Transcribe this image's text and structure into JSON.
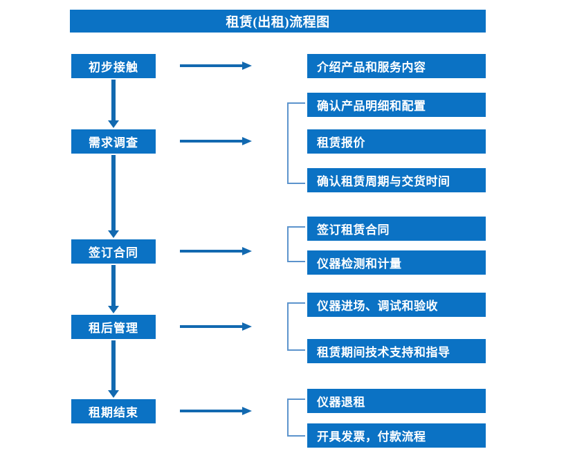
{
  "title": "租赁(出租)流程图",
  "colors": {
    "box_blue": "#0b72c4",
    "arrow_blue": "#1269b0",
    "bracket_blue": "#5b93cc",
    "text_white": "#ffffff",
    "background": "#ffffff"
  },
  "stages": [
    {
      "label": "初步接触"
    },
    {
      "label": "需求调查"
    },
    {
      "label": "签订合同"
    },
    {
      "label": "租后管理"
    },
    {
      "label": "租期结束"
    }
  ],
  "details": [
    {
      "label": "介绍产品和服务内容"
    },
    {
      "label": "确认产品明细和配置"
    },
    {
      "label": "租赁报价"
    },
    {
      "label": "确认租赁周期与交货时间"
    },
    {
      "label": "签订租赁合同"
    },
    {
      "label": "仪器检测和计量"
    },
    {
      "label": "仪器进场、调试和验收"
    },
    {
      "label": "租赁期间技术支持和指导"
    },
    {
      "label": "仪器退租"
    },
    {
      "label": "开具发票，付款流程"
    }
  ],
  "chart_data": {
    "type": "diagram",
    "diagram_type": "flowchart",
    "title": "租赁(出租)流程图",
    "orientation": "vertical-with-branches",
    "nodes": [
      {
        "id": "stage-1",
        "label": "初步接触",
        "column": "left",
        "outputs": [
          "介绍产品和服务内容"
        ]
      },
      {
        "id": "stage-2",
        "label": "需求调查",
        "column": "left",
        "outputs": [
          "确认产品明细和配置",
          "租赁报价",
          "确认租赁周期与交货时间"
        ]
      },
      {
        "id": "stage-3",
        "label": "签订合同",
        "column": "left",
        "outputs": [
          "签订租赁合同",
          "仪器检测和计量"
        ]
      },
      {
        "id": "stage-4",
        "label": "租后管理",
        "column": "left",
        "outputs": [
          "仪器进场、调试和验收",
          "租赁期间技术支持和指导"
        ]
      },
      {
        "id": "stage-5",
        "label": "租期结束",
        "column": "left",
        "outputs": [
          "仪器退租",
          "开具发票，付款流程"
        ]
      }
    ],
    "edges": [
      {
        "from": "初步接触",
        "to": "需求调查",
        "type": "vertical-arrow"
      },
      {
        "from": "需求调查",
        "to": "签订合同",
        "type": "vertical-arrow"
      },
      {
        "from": "签订合同",
        "to": "租后管理",
        "type": "vertical-arrow"
      },
      {
        "from": "租后管理",
        "to": "租期结束",
        "type": "vertical-arrow"
      },
      {
        "from": "初步接触",
        "to": "介绍产品和服务内容",
        "type": "horizontal-arrow"
      },
      {
        "from": "需求调查",
        "to": "确认产品明细和配置/租赁报价/确认租赁周期与交货时间",
        "type": "horizontal-arrow"
      },
      {
        "from": "签订合同",
        "to": "签订租赁合同/仪器检测和计量",
        "type": "horizontal-arrow"
      },
      {
        "from": "租后管理",
        "to": "仪器进场、调试和验收/租赁期间技术支持和指导",
        "type": "horizontal-arrow"
      },
      {
        "from": "租期结束",
        "to": "仪器退租/开具发票，付款流程",
        "type": "horizontal-arrow"
      }
    ]
  }
}
